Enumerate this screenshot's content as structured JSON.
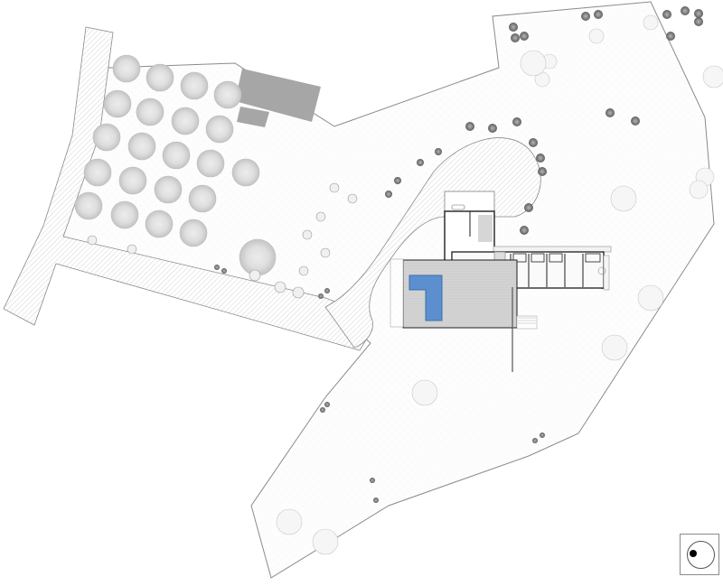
{
  "drawing": {
    "type": "architectural site plan",
    "title": "",
    "colors": {
      "background": "#ffffff",
      "site_fill": "#fbfbfb",
      "boundary_line": "#8a8a8a",
      "road_hatch": "#c8c8c8",
      "tree_canopy": "#cfcfcf",
      "shrub_dark": "#6e6e6e",
      "outbuilding_roof": "#a6a6a6",
      "pool_deck": "#cfcfcf",
      "pool_water": "#5b8fd0",
      "wall": "#1e1e1e"
    }
  },
  "elements": {
    "site_boundary": "property boundary",
    "access_road": "driveway / access road",
    "turnaround": "driveway turnaround loop",
    "orchard": "orchard tree grid",
    "outbuildings": "existing outbuildings",
    "house": "residence floor plan",
    "pool": "swimming pool",
    "pool_deck": "pool deck",
    "carport": "carport",
    "bedrooms": "bedroom wing",
    "north_arrow": "north indicator"
  }
}
